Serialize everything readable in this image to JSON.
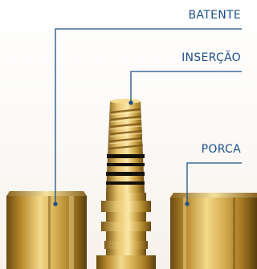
{
  "labels": {
    "batente": "BATENTE",
    "insercao": "INSERÇÃO",
    "porca": "PORCA"
  },
  "colors": {
    "label_text": "#1d4f86",
    "leader_line": "#1d4f86",
    "gold_light": "#f3d98a",
    "gold_mid": "#c9a03c",
    "gold_dark": "#6b4a12",
    "ring_black": "#151008"
  }
}
